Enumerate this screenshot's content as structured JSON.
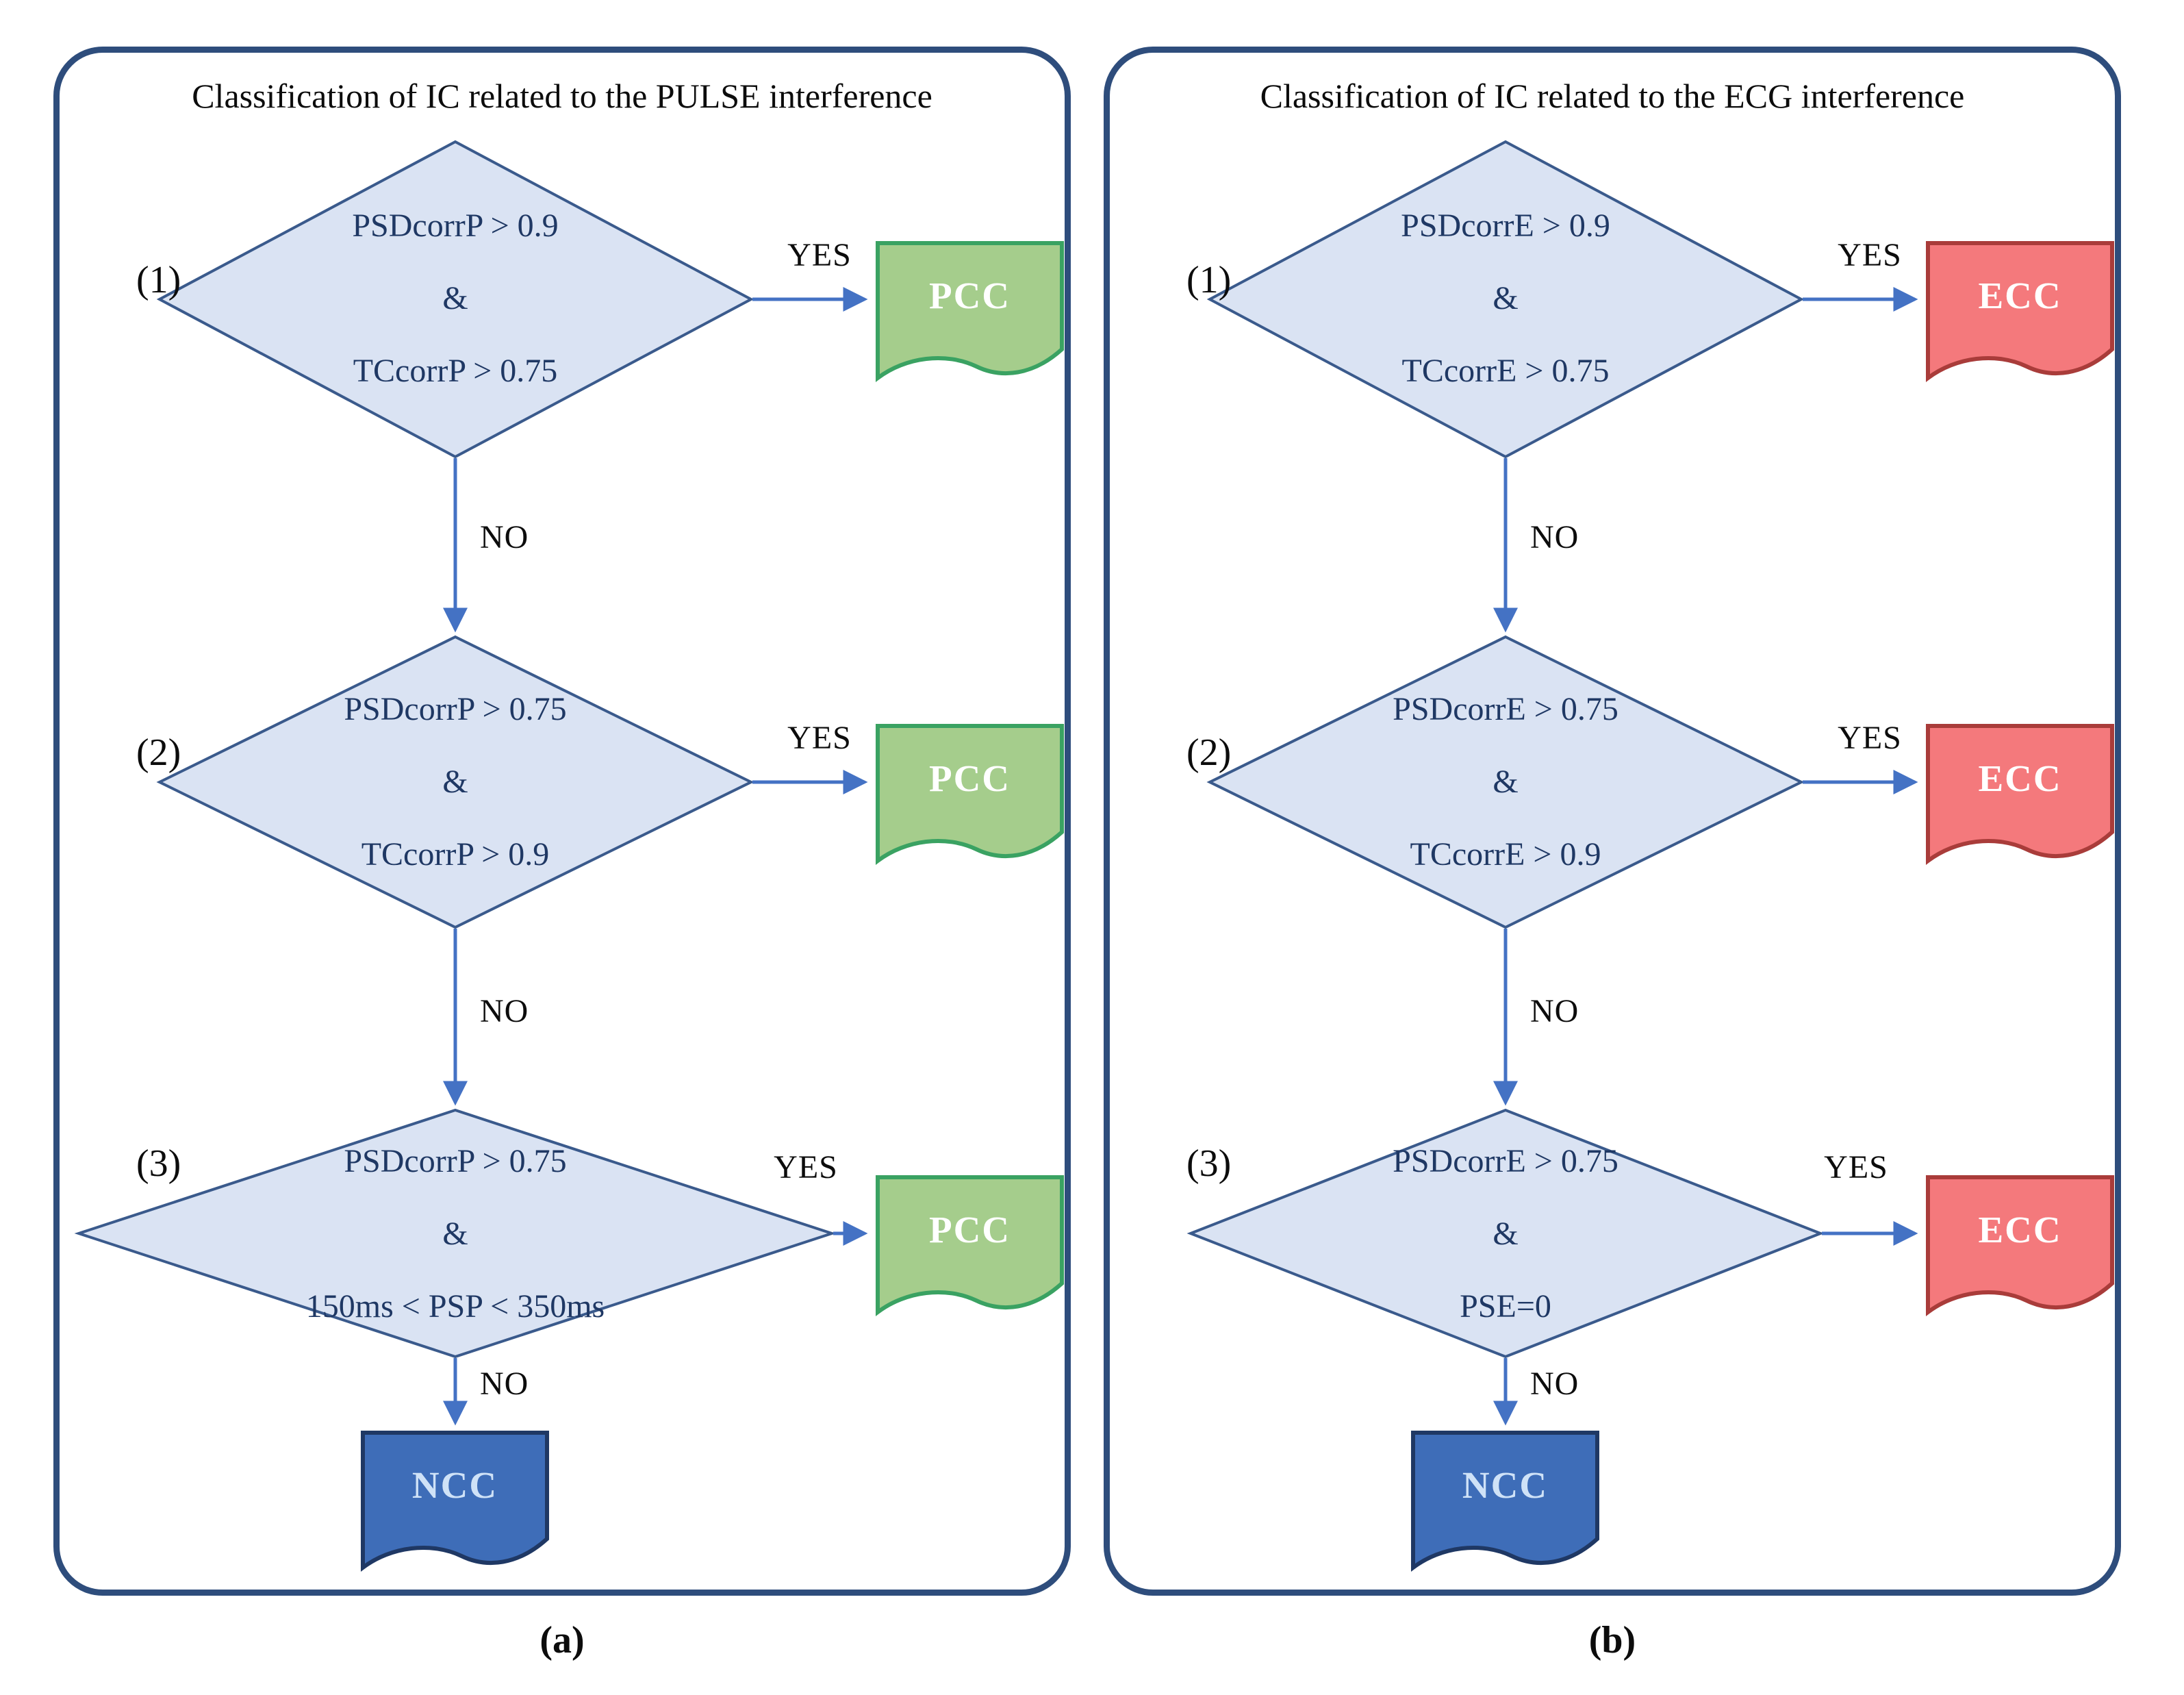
{
  "colors": {
    "page_bg": "#ffffff",
    "panel_border": "#2e4d7c",
    "diamond_fill": "#dae3f3",
    "diamond_stroke": "#3a5a8c",
    "diamond_text": "#1f3864",
    "arrow": "#4472c4",
    "green_fill": "#a5cd8c",
    "green_stroke": "#3aa262",
    "red_fill": "#f4797c",
    "red_stroke": "#a93c3a",
    "blue_fill": "#3e6db8",
    "blue_stroke": "#1f3864",
    "result_text": "#ffffff",
    "ncc_text": "#cfe2f7"
  },
  "panels": [
    {
      "caption": "(a)",
      "title": "Classification of IC related to the PULSE interference",
      "final_result": "NCC",
      "steps": [
        {
          "number": "(1)",
          "cond_top": "PSDcorrP > 0.9",
          "amp": "&",
          "cond_bottom": "TCcorrP > 0.75",
          "yes_label": "YES",
          "no_label": "NO",
          "result": "PCC"
        },
        {
          "number": "(2)",
          "cond_top": "PSDcorrP > 0.75",
          "amp": "&",
          "cond_bottom": "TCcorrP > 0.9",
          "yes_label": "YES",
          "no_label": "NO",
          "result": "PCC"
        },
        {
          "number": "(3)",
          "cond_top": "PSDcorrP > 0.75",
          "amp": "&",
          "cond_bottom": "150ms < PSP < 350ms",
          "yes_label": "YES",
          "no_label": "NO",
          "result": "PCC"
        }
      ]
    },
    {
      "caption": "(b)",
      "title": "Classification of IC related to the ECG interference",
      "final_result": "NCC",
      "steps": [
        {
          "number": "(1)",
          "cond_top": "PSDcorrE > 0.9",
          "amp": "&",
          "cond_bottom": "TCcorrE > 0.75",
          "yes_label": "YES",
          "no_label": "NO",
          "result": "ECC"
        },
        {
          "number": "(2)",
          "cond_top": "PSDcorrE > 0.75",
          "amp": "&",
          "cond_bottom": "TCcorrE > 0.9",
          "yes_label": "YES",
          "no_label": "NO",
          "result": "ECC"
        },
        {
          "number": "(3)",
          "cond_top": "PSDcorrE > 0.75",
          "amp": "&",
          "cond_bottom": "PSE=0",
          "yes_label": "YES",
          "no_label": "NO",
          "result": "ECC"
        }
      ]
    }
  ]
}
